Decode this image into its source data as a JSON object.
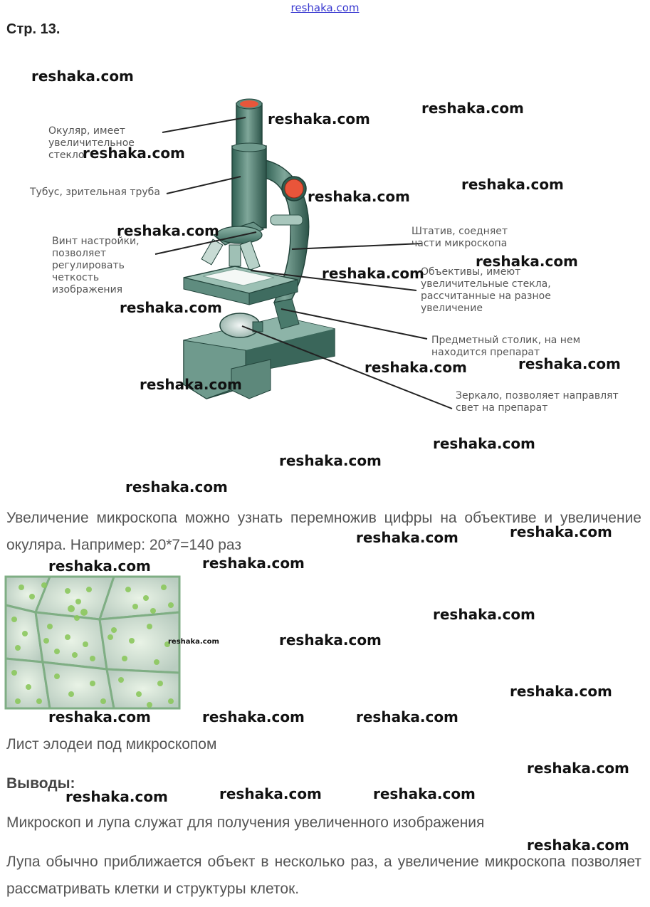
{
  "site_link": "reshaka.com",
  "page_title": "Стр. 13.",
  "watermark": "reshaka.com",
  "diagram_labels": {
    "eyepiece": [
      "Окуляр, имеет",
      "увеличительное",
      "стекло"
    ],
    "tube": [
      "Тубус, зрительная труба"
    ],
    "focus_screw": [
      "Винт настройки,",
      "позволяет",
      "регулировать",
      "четкость",
      "изображения"
    ],
    "stand": [
      "Штатив, соедняет",
      "части микроскопа"
    ],
    "objectives": [
      "Объективы, имеют",
      "увеличительные стекла,",
      "рассчитанные на разное",
      "увеличение"
    ],
    "stage": [
      "Предметный столик, на нем",
      "находится препарат"
    ],
    "mirror": [
      "Зеркало, позволяет направлят",
      "свет на препарат"
    ]
  },
  "magnification_text": "Увеличение микроскопа можно узнать перемножив цифры на объективе и увеличение окуляра. Например: 20*7=140 раз",
  "photo_caption": "Лист элодеи под микроскопом",
  "conclusions_heading": "Выводы:",
  "conclusion_1": "Микроскоп и лупа служат для получения увеличенного изображения",
  "conclusion_2": "Лупа обычно приближается объект в несколько раз, а увеличение микроскопа позволяет рассматривать клетки и структуры клеток."
}
